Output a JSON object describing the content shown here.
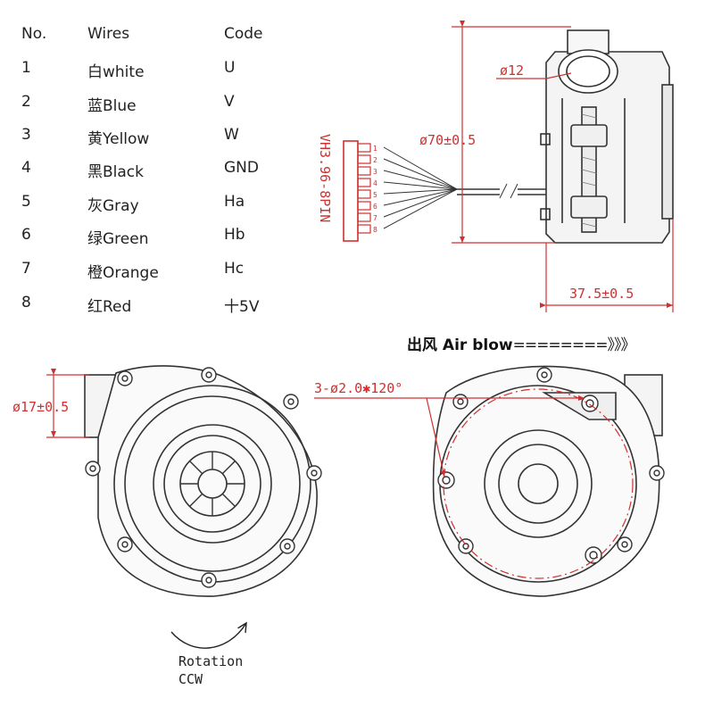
{
  "table": {
    "headers": {
      "no": "No.",
      "wires": "Wires",
      "code": "Code"
    },
    "rows": [
      {
        "no": "1",
        "wire": "白white",
        "code": "U"
      },
      {
        "no": "2",
        "wire": "蓝Blue",
        "code": "V"
      },
      {
        "no": "3",
        "wire": "黄Yellow",
        "code": "W"
      },
      {
        "no": "4",
        "wire": "黑Black",
        "code": "GND"
      },
      {
        "no": "5",
        "wire": "灰Gray",
        "code": "Ha"
      },
      {
        "no": "6",
        "wire": "绿Green",
        "code": "Hb"
      },
      {
        "no": "7",
        "wire": "橙Orange",
        "code": "Hc"
      },
      {
        "no": "8",
        "wire": "红Red",
        "code": "十5V"
      }
    ]
  },
  "side_view": {
    "inlet_diameter": "ø12",
    "height": "ø70±0.5",
    "depth": "37.5±0.5",
    "connector": "VH3.96-8PIN",
    "pins": [
      "1",
      "2",
      "3",
      "4",
      "5",
      "6",
      "7",
      "8"
    ]
  },
  "air_blow": {
    "label": "出风 Air blow",
    "arrow": "========》》》"
  },
  "front_view": {
    "outlet_diameter": "ø17±0.5"
  },
  "rear_view": {
    "mount_holes": "3-ø2.0✱120°"
  },
  "rotation": {
    "line1": "Rotation",
    "line2": "CCW"
  },
  "colors": {
    "dimension": "#d03030",
    "outline": "#333333"
  }
}
